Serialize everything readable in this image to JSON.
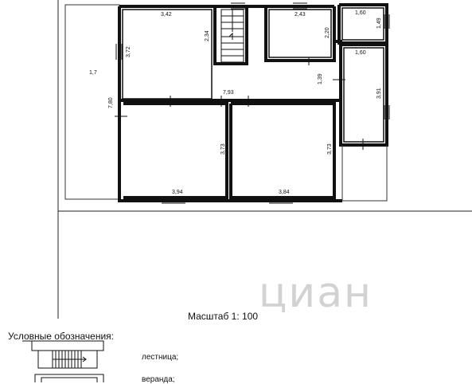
{
  "rooms": {
    "r1_width": "3,42",
    "r1_height": "3,72",
    "stair_height": "2,34",
    "r2_width": "2,43",
    "r2_height": "2,20",
    "r3_width": "1,60",
    "r3_height": "1,49",
    "r4_width": "1,60",
    "r4_height": "3,91",
    "hall_width": "7,93",
    "hall_height": "1,39",
    "terrace_width": "1,7",
    "terrace_height": "7,80",
    "r5_height": "3,73",
    "r5_width": "3,94",
    "r6_height": "3,73",
    "r6_width": "3,84"
  },
  "scale_text": "Масштаб 1: 100",
  "legend": {
    "title": "Условные обозначения:",
    "stairs_label": "лестница;",
    "veranda_label": "веранда;"
  },
  "watermark": "циан"
}
